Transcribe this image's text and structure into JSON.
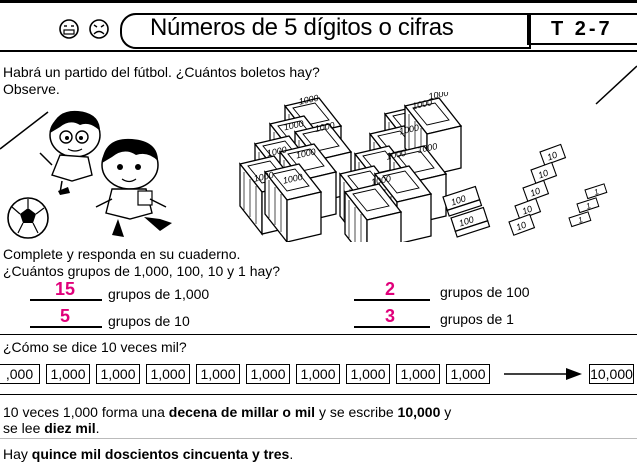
{
  "header": {
    "title": "Números de 5 dígitos o cifras",
    "code": "T 2-7",
    "face_icons": [
      "neutral-face-icon",
      "sad-face-icon"
    ]
  },
  "intro": {
    "line1": "Habrá un partido del fútbol. ¿Cuántos boletos hay?",
    "line2": "Observe."
  },
  "illustration": {
    "ticket_1000": "1000",
    "ticket_100": "100",
    "ticket_10": "10",
    "ticket_1": "1"
  },
  "questions": {
    "line1": "Complete y responda en su cuaderno.",
    "line2": "¿Cuántos grupos de 1,000, 100, 10 y 1 hay?",
    "answers": [
      {
        "value": "15",
        "label": "grupos de 1,000"
      },
      {
        "value": "2",
        "label": "grupos de 100"
      },
      {
        "value": "5",
        "label": "grupos de 10"
      },
      {
        "value": "3",
        "label": "grupos de 1"
      }
    ]
  },
  "sequence": {
    "question": "¿Cómo se dice 10 veces mil?",
    "items": [
      ",000",
      "1,000",
      "1,000",
      "1,000",
      "1,000",
      "1,000",
      "1,000",
      "1,000",
      "1,000",
      "1,000"
    ],
    "result": "10,000"
  },
  "explanation": {
    "p1_a": "10 veces 1,000 forma una ",
    "p1_b": "decena de millar o mil",
    "p1_c": " y se escribe ",
    "p1_d": "10,000",
    "p1_e": " y",
    "p2_a": "se lee ",
    "p2_b": "diez mil",
    "p2_c": ".",
    "p3_a": "Hay ",
    "p3_b": "quince mil doscientos cincuenta y tres",
    "p3_c": "."
  },
  "colors": {
    "answer": "#e0007a",
    "ink": "#000000"
  }
}
